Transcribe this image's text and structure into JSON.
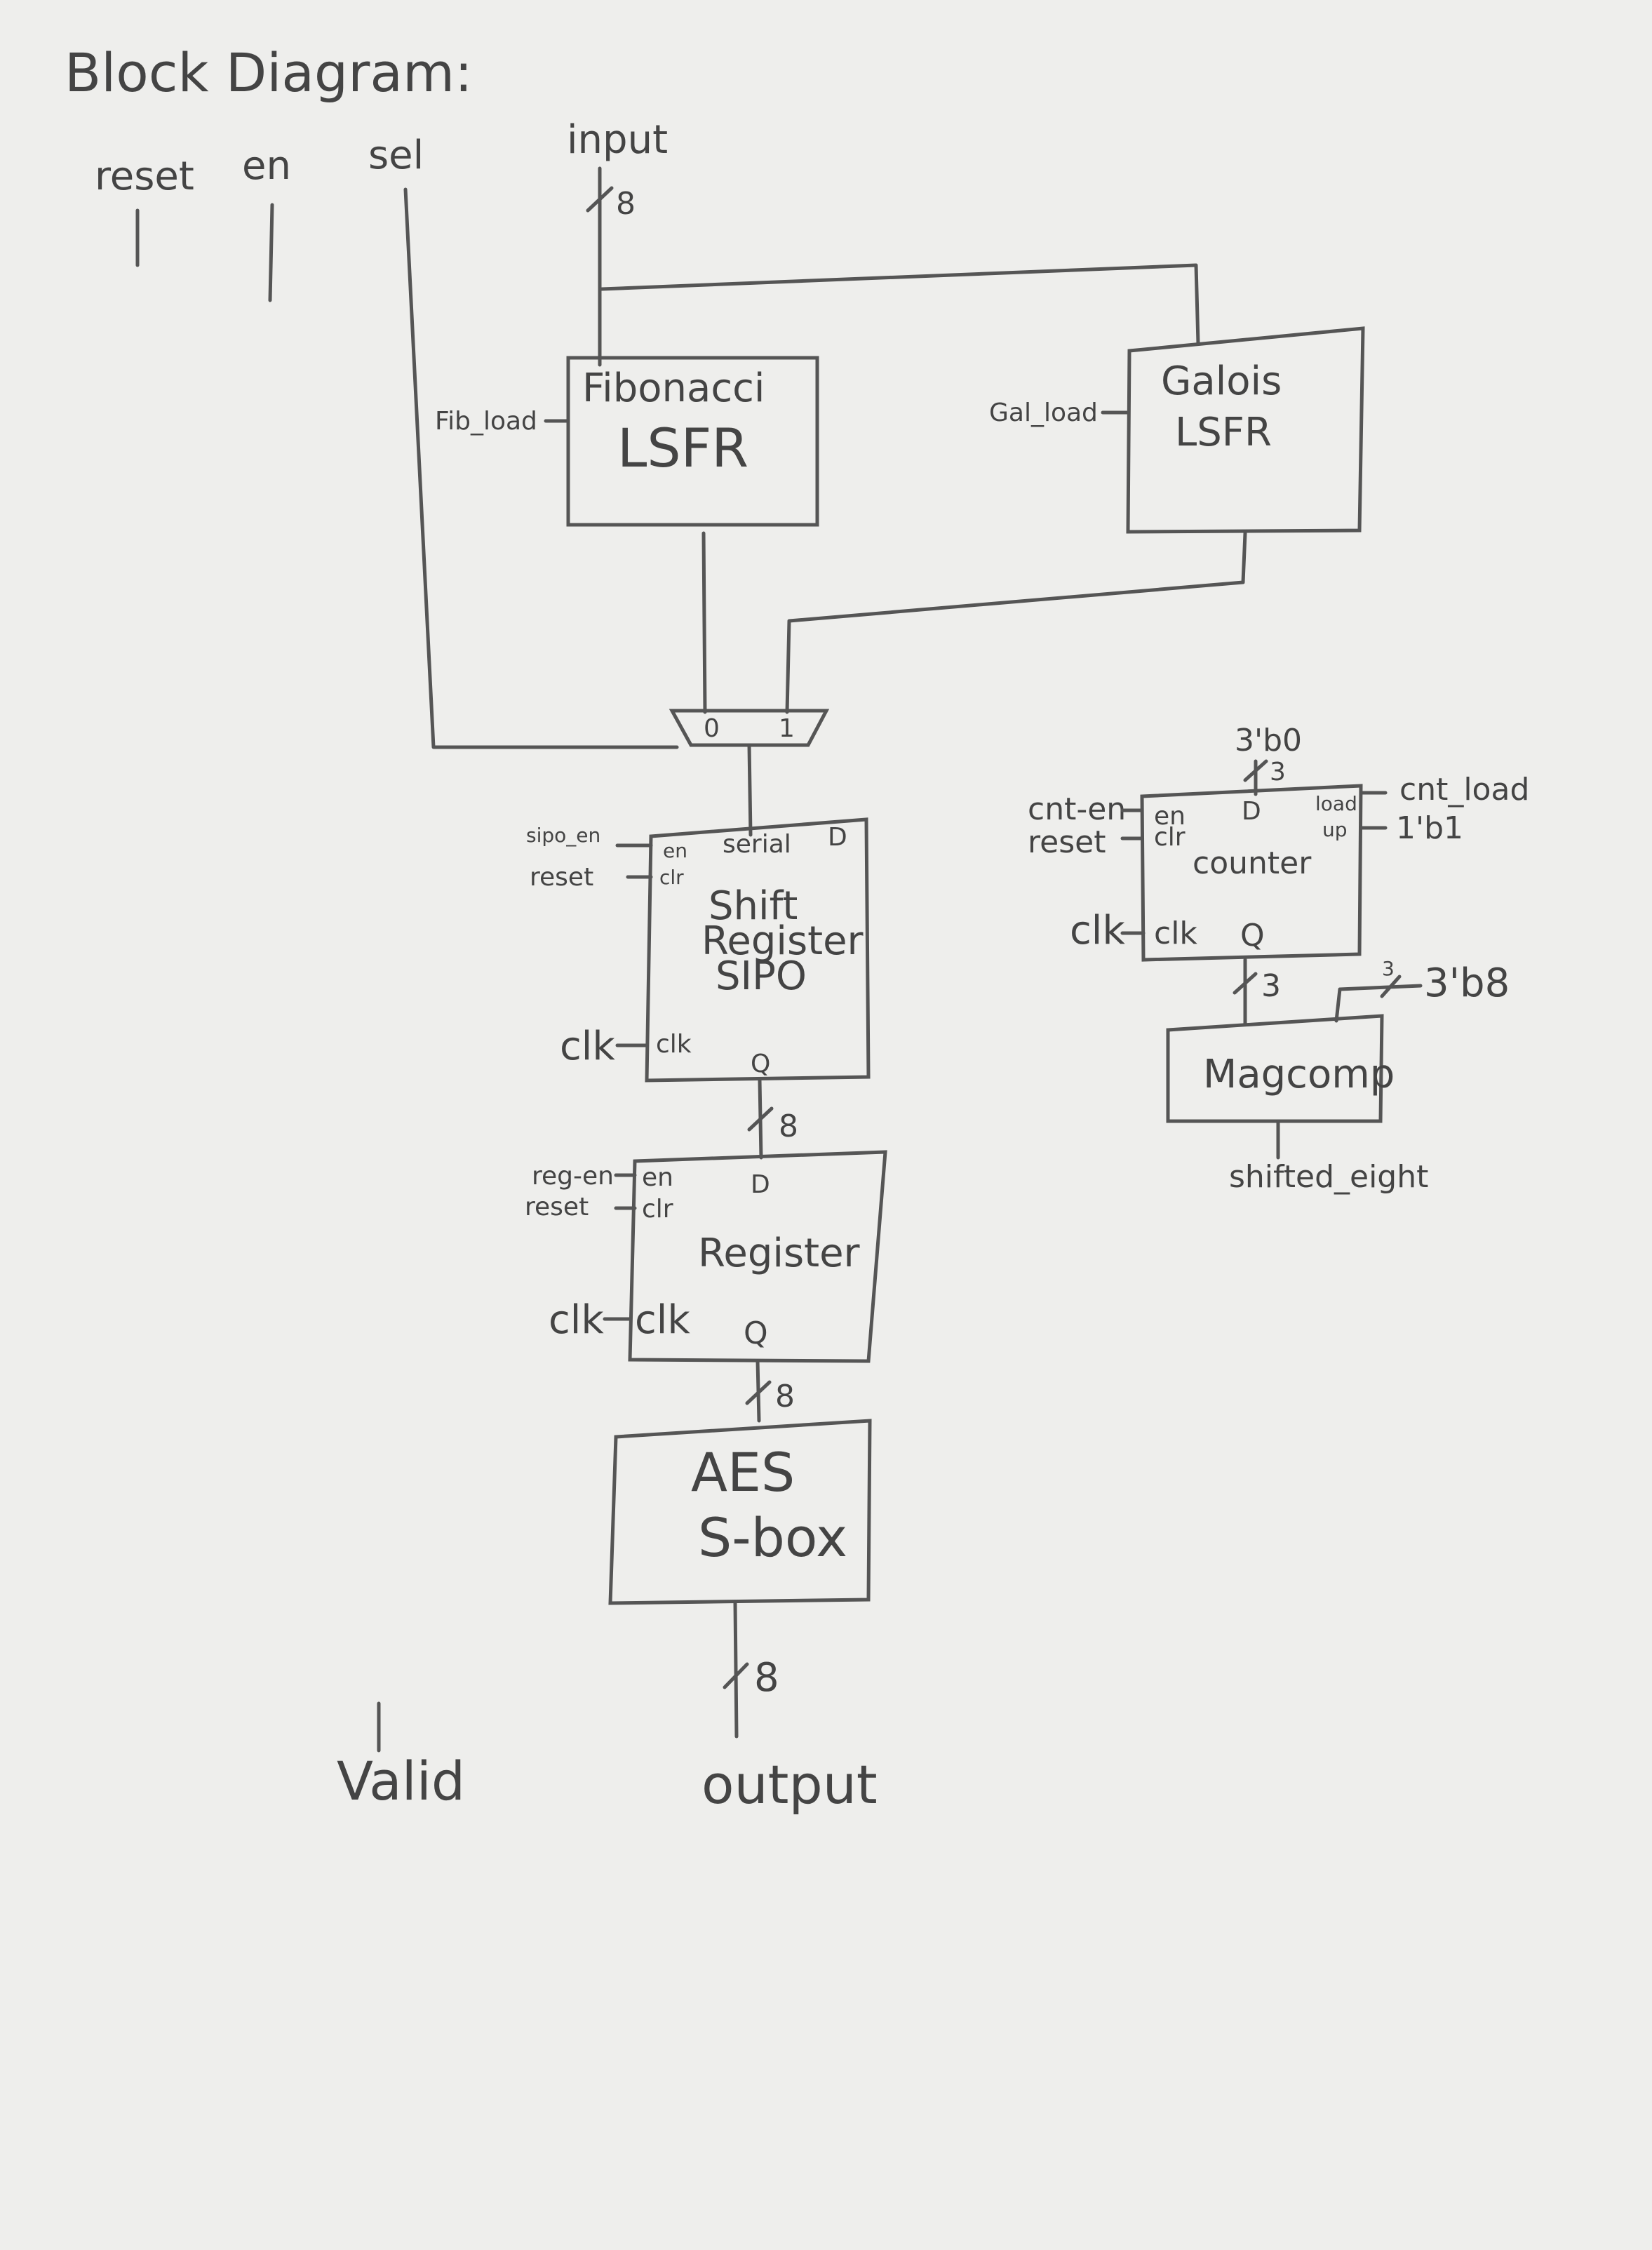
{
  "title": "Block Diagram:",
  "inputs": {
    "reset": "reset",
    "en": "en",
    "sel": "sel",
    "input": "input",
    "input_width": "8"
  },
  "fib_lsfr": {
    "name_line1": "Fibonacci",
    "name_line2": "LSFR",
    "load": "Fib_load"
  },
  "gal_lsfr": {
    "name_line1": "Galois",
    "name_line2": "LSFR",
    "load": "Gal_load"
  },
  "mux": {
    "in0": "0",
    "in1": "1"
  },
  "sipo": {
    "name_line1": "Shift",
    "name_line2": "Register",
    "name_line3": "SIPO",
    "en_port": "en",
    "serial_port": "serial",
    "d_port": "D",
    "clr_port": "clr",
    "clk_port": "clk",
    "q_port": "Q",
    "en_signal": "sipo_en",
    "reset_signal": "reset",
    "clk_signal": "clk",
    "out_width": "8"
  },
  "register": {
    "name": "Register",
    "en_port": "en",
    "clr_port": "clr",
    "d_port": "D",
    "clk_port": "clk",
    "q_port": "Q",
    "en_signal": "reg-en",
    "reset_signal": "reset",
    "clk_signal": "clk",
    "out_width": "8"
  },
  "aes": {
    "name_line1": "AES",
    "name_line2": "S-box",
    "out_width": "8"
  },
  "counter": {
    "name": "counter",
    "d_const": "3'b0",
    "d_width": "3",
    "en_port": "en",
    "clr_port": "clr",
    "d_port": "D",
    "load_port": "load",
    "up_port": "up",
    "clk_port": "clk",
    "q_port": "Q",
    "en_signal": "cnt-en",
    "reset_signal": "reset",
    "clk_signal": "clk",
    "load_signal": "cnt_load",
    "up_const": "1'b1",
    "out_width": "3"
  },
  "magcomp": {
    "name": "Magcomp",
    "const": "3'b8",
    "const_width": "3",
    "output": "shifted_eight"
  },
  "outputs": {
    "valid": "Valid",
    "output": "output"
  }
}
